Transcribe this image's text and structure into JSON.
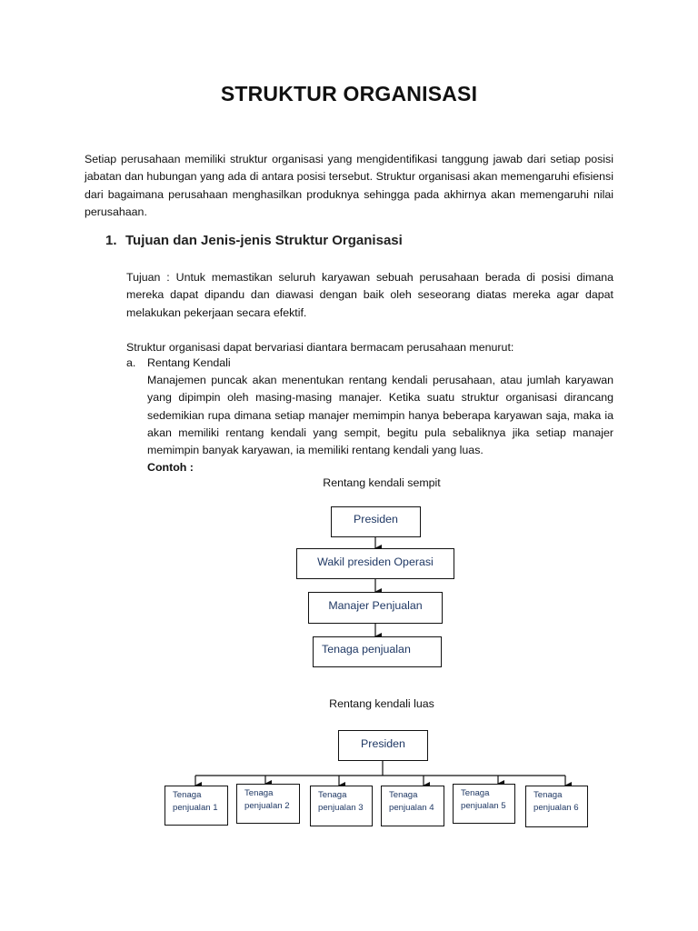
{
  "document": {
    "title": "STRUKTUR ORGANISASI",
    "intro": "Setiap perusahaan memiliki struktur organisasi yang mengidentifikasi tanggung jawab dari setiap posisi jabatan dan hubungan yang ada di antara posisi tersebut. Struktur organisasi akan memengaruhi efisiensi dari bagaimana perusahaan menghasilkan produknya sehingga pada akhirnya akan memengaruhi nilai perusahaan.",
    "section1": {
      "number": "1.",
      "heading": "Tujuan dan Jenis-jenis Struktur Organisasi"
    },
    "tujuan": "Tujuan : Untuk memastikan seluruh karyawan sebuah perusahaan berada di posisi dimana mereka dapat dipandu dan diawasi dengan baik oleh seseorang diatas mereka agar dapat melakukan pekerjaan secara efektif.",
    "struktur_intro": "Struktur organisasi dapat bervariasi diantara bermacam perusahaan menurut:",
    "item_a": {
      "marker": "a.",
      "label": "Rentang Kendali",
      "body": "Manajemen puncak akan menentukan rentang kendali perusahaan, atau jumlah karyawan yang dipimpin oleh masing-masing manajer. Ketika suatu struktur organisasi dirancang sedemikian rupa dimana setiap manajer memimpin hanya beberapa karyawan saja, maka ia akan memiliki rentang kendali yang sempit, begitu pula sebaliknya jika setiap manajer memimpin banyak karyawan, ia memiliki rentang kendali yang luas.",
      "contoh": "Contoh :"
    }
  },
  "diagram_sempit": {
    "caption": "Rentang kendali sempit",
    "boxes": [
      "Presiden",
      "Wakil presiden Operasi",
      "Manajer Penjualan",
      "Tenaga penjualan"
    ]
  },
  "diagram_luas": {
    "caption": "Rentang kendali luas",
    "root": "Presiden",
    "children": [
      [
        "Tenaga",
        "penjualan 1"
      ],
      [
        "Tenaga",
        "penjualan 2"
      ],
      [
        "Tenaga",
        "penjualan 3"
      ],
      [
        "Tenaga",
        "penjualan 4"
      ],
      [
        "Tenaga",
        "penjualan 5"
      ],
      [
        "Tenaga",
        "penjualan 6"
      ]
    ]
  },
  "colors": {
    "text": "#111111",
    "box_text": "#1f3864",
    "line": "#111111"
  }
}
